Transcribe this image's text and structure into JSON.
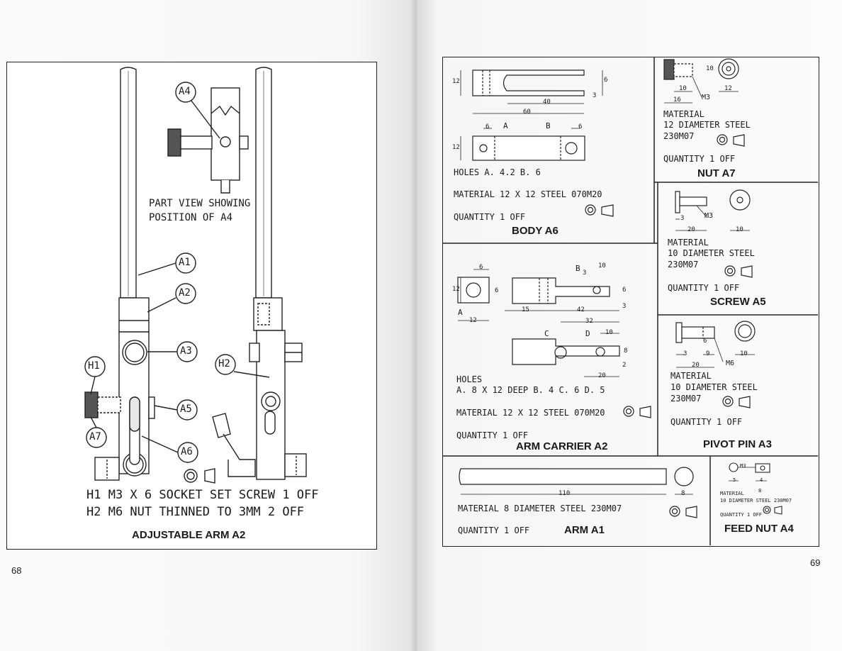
{
  "left_page": {
    "page_number": "68",
    "part_view_line1": "PART VIEW SHOWING",
    "part_view_line2": "POSITION OF A4",
    "callouts": {
      "a4": "A4",
      "a1": "A1",
      "a2": "A2",
      "a3": "A3",
      "h1": "H1",
      "h2": "H2",
      "a5": "A5",
      "a7": "A7",
      "a6": "A6"
    },
    "note_h1": "H1 M3 X 6 SOCKET SET SCREW 1 OFF",
    "note_h2": "H2 M6 NUT THINNED TO 3MM 2 OFF",
    "title": "ADJUSTABLE ARM A2"
  },
  "right_page": {
    "page_number": "69",
    "body_a6": {
      "dims": {
        "d12": "12",
        "d40": "40",
        "d60": "60",
        "d6a": "6",
        "d3": "3",
        "d6b": "6",
        "d6c": "6",
        "d12b": "12"
      },
      "label_a": "A",
      "label_b": "B",
      "holes": "HOLES  A. 4.2   B. 6",
      "material": "MATERIAL 12 X 12 STEEL 070M20",
      "quantity": "QUANTITY 1 OFF",
      "title": "BODY A6"
    },
    "nut_a7": {
      "dims": {
        "d10a": "10",
        "d16": "16",
        "d10b": "10",
        "d12": "12"
      },
      "thread": "M3",
      "material_l1": "MATERIAL",
      "material_l2": "12 DIAMETER STEEL",
      "material_l3": "230M07",
      "quantity": "QUANTITY 1 OFF",
      "title": "NUT A7"
    },
    "screw_a5": {
      "dims": {
        "d3": "3",
        "d20": "20",
        "d10": "10"
      },
      "thread": "M3",
      "material_l1": "MATERIAL",
      "material_l2": "10 DIAMETER STEEL",
      "material_l3": "230M07",
      "quantity": "QUANTITY 1 OFF",
      "title": "SCREW A5"
    },
    "arm_carrier_a2": {
      "dims": {
        "d6": "6",
        "d10": "10",
        "d12": "12",
        "d6b": "6",
        "d15": "15",
        "d42": "42",
        "d6c": "6",
        "d3": "3",
        "d12b": "12",
        "d32": "32",
        "d10b": "10",
        "d20": "20",
        "d8": "8",
        "d2": "2",
        "d3b": "3"
      },
      "labels": {
        "a": "A",
        "b": "B",
        "c": "C",
        "d": "D"
      },
      "holes_l1": "HOLES",
      "holes_l2": "A. 8 X 12 DEEP    B. 4     C. 6     D. 5",
      "material": "MATERIAL 12 X 12 STEEL 070M20",
      "quantity": "QUANTITY 1 OFF",
      "title": "ARM CARRIER A2"
    },
    "pivot_pin_a3": {
      "dims": {
        "d3": "3",
        "d9": "9",
        "d20": "20",
        "d10": "10",
        "d6": "6"
      },
      "thread": "M6",
      "material_l1": "MATERIAL",
      "material_l2": "10 DIAMETER STEEL",
      "material_l3": "230M07",
      "quantity": "QUANTITY 1 OFF",
      "title": "PIVOT PIN A3"
    },
    "arm_a1": {
      "dims": {
        "d110": "110",
        "d8": "8"
      },
      "material": "MATERIAL 8 DIAMETER STEEL 230M07",
      "quantity": "QUANTITY 1 OFF",
      "title": "ARM A1"
    },
    "feed_nut_a4": {
      "dims": {
        "d5": "5",
        "d4": "4",
        "d8": "8"
      },
      "thread": "M3",
      "material_l1": "MATERIAL",
      "material_l2": "10 DIAMETER STEEL  230M07",
      "quantity": "QUANTITY 1 OFF",
      "title": "FEED NUT A4"
    }
  }
}
